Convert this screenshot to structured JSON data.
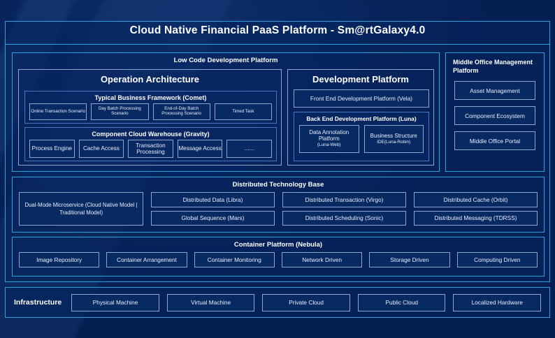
{
  "title": "Cloud Native Financial PaaS Platform - Sm@rtGalaxy4.0",
  "colors": {
    "background": "#041f52",
    "accent_border": "#27a3e0",
    "box_border": "#8ea6cf",
    "box_fill": "#082a63",
    "text": "#ffffff",
    "chip_text": "#e8eefb"
  },
  "low_code": {
    "title": "Low Code Development Platform",
    "operation_architecture": {
      "title": "Operation Architecture",
      "typical_business_framework": {
        "title": "Typical Business Framework (Comet)",
        "items": [
          "Online Transaction Scenario",
          "Day Batch Processing Scenario",
          "End-of-Day Batch Processing Scenario",
          "Timed Task"
        ]
      },
      "component_cloud_warehouse": {
        "title": "Component Cloud Warehouse (Gravity)",
        "items": [
          "Process Engine",
          "Cache Access",
          "Transaction Processing",
          "Message Access",
          "......"
        ]
      }
    },
    "development_platform": {
      "title": "Development Platform",
      "front_end": "Front End Development Platform (Vela)",
      "back_end": {
        "title": "Back End Development Platform (Luna)",
        "items": [
          {
            "main": "Data Annotation Platform",
            "sub": "(Luna-Web)"
          },
          {
            "main": "Business Structure",
            "sub": "IDE(Luna-Robin)"
          }
        ]
      }
    }
  },
  "middle_office": {
    "title": "Middle Office Management Platform",
    "items": [
      "Asset Management",
      "Component Ecosystem",
      "Middle Office Portal"
    ]
  },
  "distributed_technology_base": {
    "title": "Distributed Technology Base",
    "dual_mode": "Dual-Mode Microservice (Cloud Native Model | Traditional Model)",
    "columns": [
      {
        "top": "Distributed Data (Libra)",
        "bottom": "Global Sequence (Mars)"
      },
      {
        "top": "Distributed Transaction (Virgo)",
        "bottom": "Distributed Scheduling (Sonic)"
      },
      {
        "top": "Distributed Cache (Orbit)",
        "bottom": "Distributed Messaging (TDRSS)"
      }
    ]
  },
  "container_platform": {
    "title": "Container Platform (Nebula)",
    "items": [
      "Image Repository",
      "Container Arrangement",
      "Container Monitoring",
      "Network Driven",
      "Storage Driven",
      "Computing Driven"
    ]
  },
  "infrastructure": {
    "label": "Infrastructure",
    "items": [
      "Physical Machine",
      "Virtual Machine",
      "Private Cloud",
      "Public Cloud",
      "Localized Hardware"
    ]
  }
}
